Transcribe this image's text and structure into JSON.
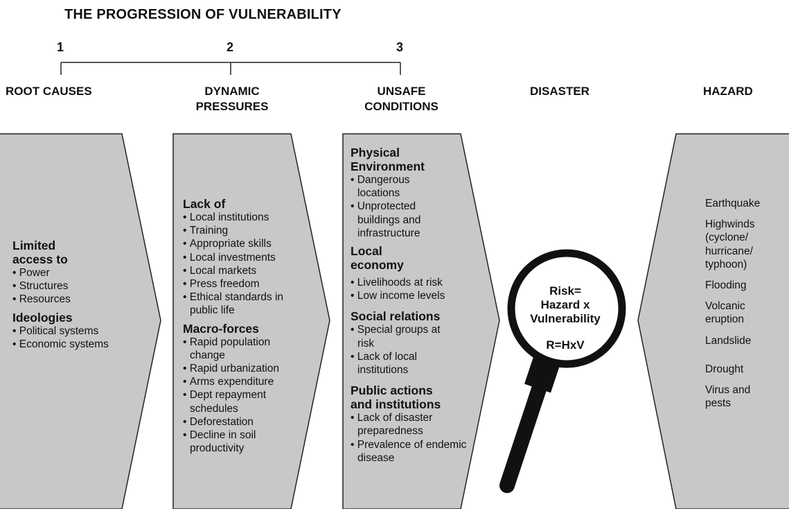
{
  "title": "THE PROGRESSION OF VULNERABILITY",
  "stages": [
    "1",
    "2",
    "3"
  ],
  "headers": {
    "root_causes": "ROOT CAUSES",
    "dynamic_pressures": [
      "DYNAMIC",
      "PRESSURES"
    ],
    "unsafe_conditions": [
      "UNSAFE",
      "CONDITIONS"
    ],
    "disaster": "DISASTER",
    "hazard": "HAZARD"
  },
  "root_causes": {
    "group1_heading": [
      "Limited",
      "access to"
    ],
    "group1_items": [
      "Power",
      "Structures",
      "Resources"
    ],
    "group2_heading": "Ideologies",
    "group2_items": [
      "Political systems",
      "Economic systems"
    ]
  },
  "dynamic_pressures": {
    "group1_heading": "Lack of",
    "group1_items": [
      "Local institutions",
      "Training",
      "Appropriate skills",
      "Local investments",
      "Local markets",
      "Press freedom",
      "Ethical standards in public life"
    ],
    "group2_heading": "Macro-forces",
    "group2_items": [
      "Rapid population change",
      "Rapid urbanization",
      "Arms expenditure",
      "Dept repayment schedules",
      "Deforestation",
      "Decline in soil productivity"
    ]
  },
  "unsafe_conditions": {
    "group1_heading": [
      "Physical",
      "Environment"
    ],
    "group1_items": [
      "Dangerous locations",
      "Unprotected buildings and infrastructure"
    ],
    "group2_heading": [
      "Local",
      "economy"
    ],
    "group2_items": [
      "Livelihoods at risk",
      "Low income levels"
    ],
    "group3_heading": "Social relations",
    "group3_items": [
      "Special groups at risk",
      "Lack of local institutions"
    ],
    "group4_heading": [
      "Public actions",
      "and institutions"
    ],
    "group4_items": [
      "Lack of disaster preparedness",
      "Prevalence of endemic disease"
    ]
  },
  "disaster": {
    "line1": "Risk=",
    "line2": "Hazard x",
    "line3": "Vulnerability",
    "line4": "R=HxV"
  },
  "hazards": [
    "Earthquake",
    "Highwinds (cyclone/ hurricane/ typhoon)",
    "Flooding",
    "Volcanic eruption",
    "Landslide",
    "Drought",
    "Virus and pests"
  ],
  "colors": {
    "panel_fill": "#c8c8c8",
    "outline": "#222222",
    "text": "#111111"
  }
}
